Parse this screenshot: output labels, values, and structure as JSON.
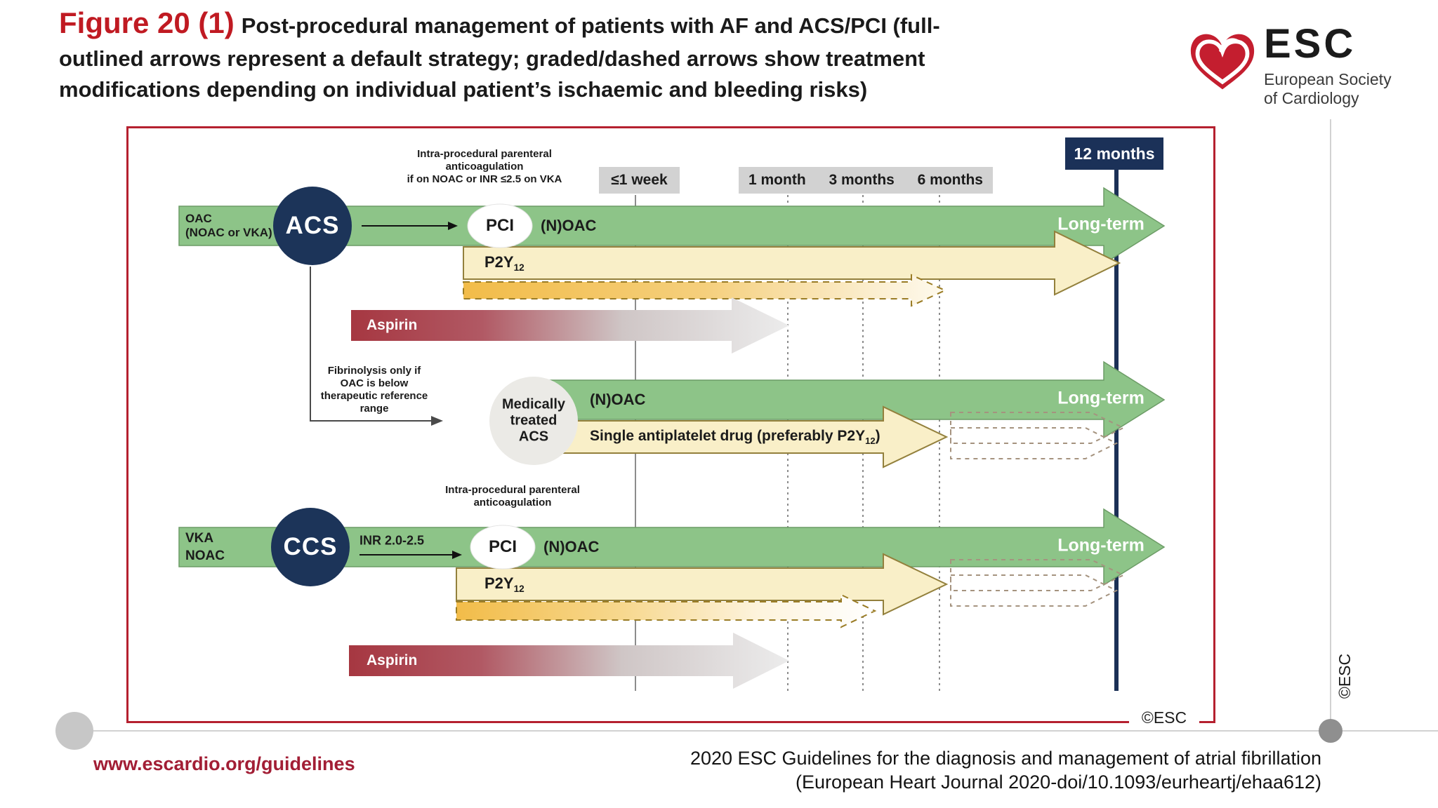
{
  "header": {
    "figure_label": "Figure 20 (1)",
    "title_line1": "Post-procedural management of patients with AF and ACS/PCI (full-",
    "title_line2": "outlined arrows represent a default strategy; graded/dashed arrows show treatment",
    "title_line3": "modifications depending on individual patient’s ischaemic and bleeding risks)",
    "logo": {
      "abbr": "ESC",
      "name_line1": "European Society",
      "name_line2": "of Cardiology"
    }
  },
  "timeline": {
    "week1": "≤1 week",
    "month1": "1 month",
    "month3": "3 months",
    "month6": "6 months",
    "month12": "12 months"
  },
  "rows": {
    "acs": {
      "oac_line1": "OAC",
      "oac_line2": "(NOAC or VKA)",
      "circle": "ACS",
      "intra_note_line1": "Intra-procedural parenteral",
      "intra_note_line2": "anticoagulation",
      "intra_note_line3": "if on NOAC or INR ≤2.5 on VKA",
      "pci": "PCI",
      "noac": "(N)OAC",
      "p2y_prefix": "P2Y",
      "p2y_sub": "12",
      "aspirin": "Aspirin",
      "longterm": "Long-term"
    },
    "medical": {
      "fibrinolysis_line1": "Fibrinolysis only if",
      "fibrinolysis_line2": "OAC is below",
      "fibrinolysis_line3": "therapeutic reference",
      "fibrinolysis_line4": "range",
      "circle_line1": "Medically",
      "circle_line2": "treated",
      "circle_line3": "ACS",
      "noac": "(N)OAC",
      "sapt_prefix": "Single antiplatelet drug (preferably P2Y",
      "sapt_sub": "12",
      "sapt_suffix": ")",
      "longterm": "Long-term"
    },
    "ccs": {
      "vka_line1": "VKA",
      "vka_line2": "NOAC",
      "circle": "CCS",
      "inr": "INR 2.0-2.5",
      "intra_note_line1": "Intra-procedural parenteral",
      "intra_note_line2": "anticoagulation",
      "pci": "PCI",
      "noac": "(N)OAC",
      "p2y_prefix": "P2Y",
      "p2y_sub": "12",
      "aspirin": "Aspirin",
      "longterm": "Long-term"
    }
  },
  "footer": {
    "esc_copyright": "©ESC",
    "esc_copyright_side": "©ESC",
    "link": "www.escardio.org/guidelines",
    "citation_line1": "2020 ESC Guidelines for the diagnosis and management of atrial fibrillation",
    "citation_line2": "(European Heart Journal 2020-doi/10.1093/eurheartj/ehaa612)"
  },
  "colors": {
    "title_red": "#c01a22",
    "figure_border_red": "#b5202f",
    "navy": "#1b3158",
    "green_arrow": "#8dc488",
    "cream_arrow": "#f9efc8",
    "orange_arrow": "#f2bc49",
    "aspirin_red": "#a63741",
    "label_gray": "#d2d2d2",
    "link_red": "#a21e35",
    "logo_red": "#c41e2f"
  }
}
